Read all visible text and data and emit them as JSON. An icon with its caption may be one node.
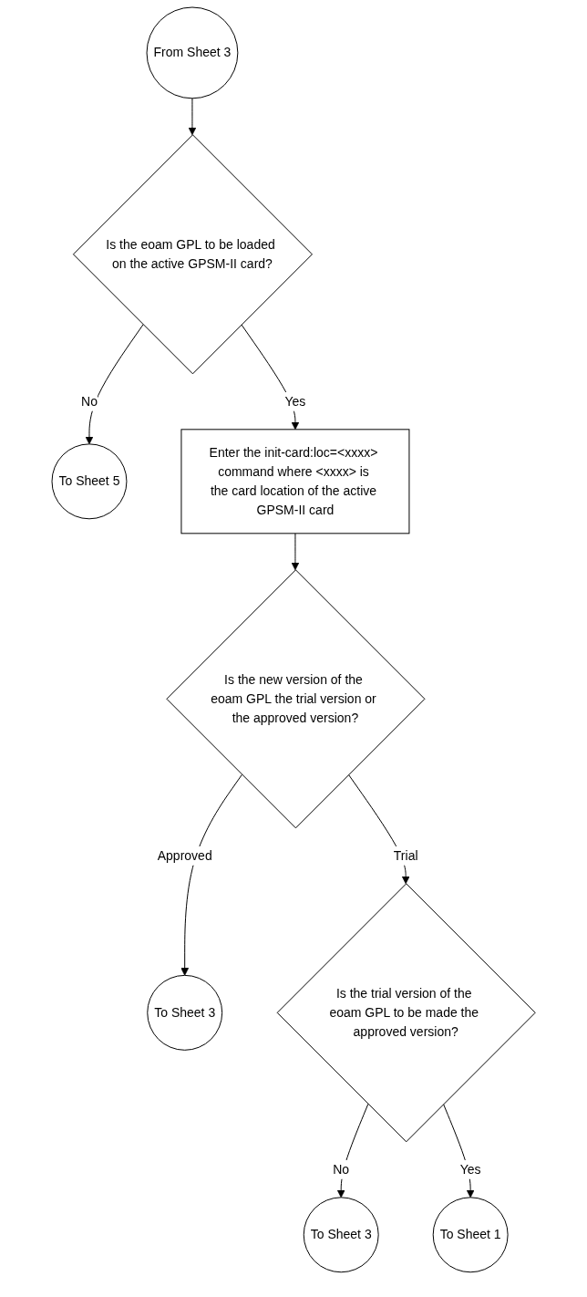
{
  "diagram": {
    "nodes": [
      {
        "text": [
          "From Sheet 3"
        ]
      },
      {
        "text": [
          "Is the eoam GPL to be loaded on the active GPSM-II card?"
        ]
      },
      {
        "text": [
          "To Sheet 5"
        ]
      },
      {
        "text": [
          "Enter the init-card:loc=<xxxx> command where <xxxx> is the card location of the active GPSM-II card"
        ]
      },
      {
        "text": [
          "Is the new version of the eoam GPL the trial version or the approved version?"
        ]
      },
      {
        "text": [
          "To Sheet 3"
        ]
      },
      {
        "text": [
          "Is the trial version of the eoam GPL to be made the approved version?"
        ]
      },
      {
        "text": [
          "To Sheet 3"
        ]
      },
      {
        "text": [
          "To Sheet 1"
        ]
      }
    ],
    "edges": [
      {
        "from": 0,
        "to": 1,
        "arrow": "to"
      },
      {
        "from": 1,
        "to": 2,
        "arrow": "to",
        "label": "No"
      },
      {
        "from": 1,
        "to": 3,
        "arrow": "to",
        "label": "Yes"
      },
      {
        "from": 3,
        "to": 4,
        "arrow": "to"
      },
      {
        "from": 4,
        "to": 5,
        "arrow": "to",
        "label": "Approved"
      },
      {
        "from": 4,
        "to": 6,
        "arrow": "to",
        "label": "Trial"
      },
      {
        "from": 6,
        "to": 7,
        "arrow": "to",
        "label": "No"
      },
      {
        "from": 6,
        "to": 8,
        "arrow": "to",
        "label": "Yes"
      }
    ]
  }
}
